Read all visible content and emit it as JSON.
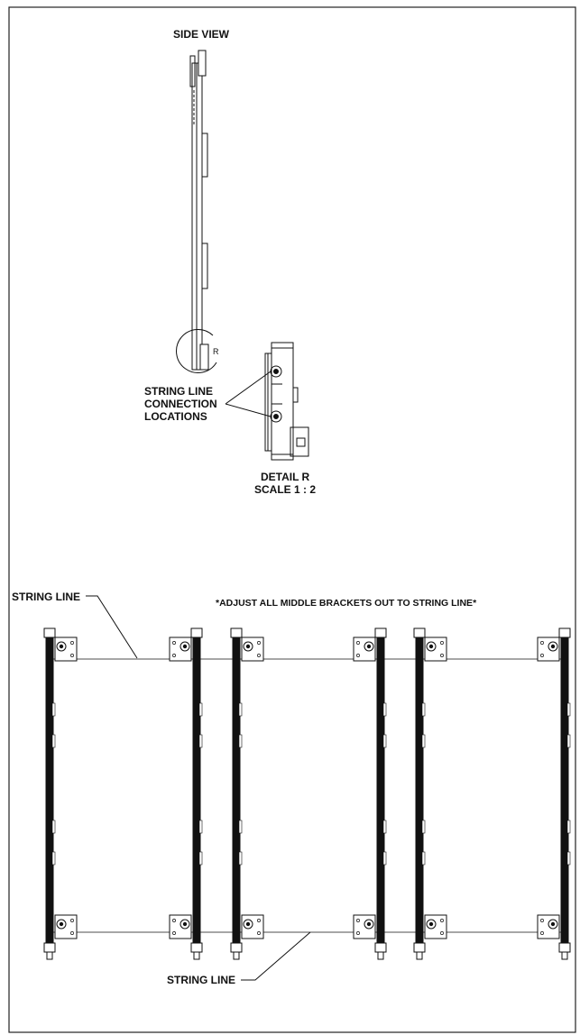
{
  "labels": {
    "side_view": "SIDE VIEW",
    "connection_line1": "STRING LINE",
    "connection_line2": "CONNECTION",
    "connection_line3": "LOCATIONS",
    "detail_title": "DETAIL R",
    "detail_scale": "SCALE 1 : 2",
    "string_line_top": "STRING LINE",
    "adjust_note": "*ADJUST ALL MIDDLE BRACKETS OUT TO STRING LINE*",
    "string_line_bottom": "STRING LINE"
  },
  "colors": {
    "ink": "#111111",
    "paper": "#ffffff"
  }
}
